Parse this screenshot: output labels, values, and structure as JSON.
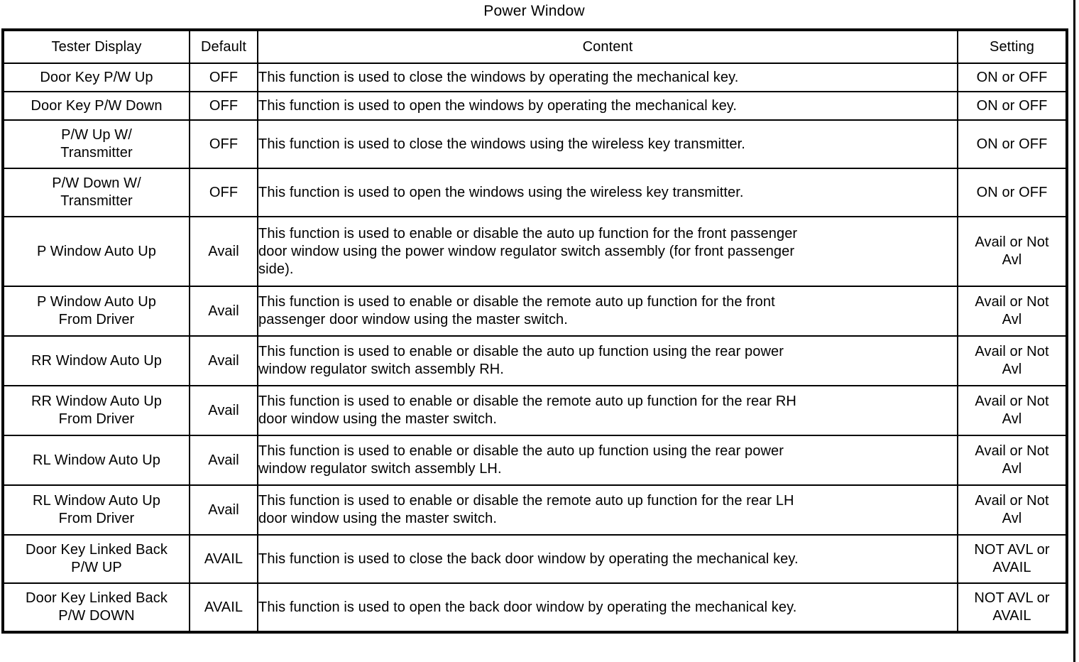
{
  "title": "Power Window",
  "table": {
    "columns": [
      {
        "key": "tester",
        "label": "Tester Display"
      },
      {
        "key": "default",
        "label": "Default"
      },
      {
        "key": "content",
        "label": "Content"
      },
      {
        "key": "setting",
        "label": "Setting"
      }
    ],
    "rows": [
      {
        "tester": [
          "Door Key P/W Up"
        ],
        "default": "OFF",
        "content": [
          "This function is used to close the windows by operating the mechanical key."
        ],
        "setting": [
          "ON or OFF"
        ]
      },
      {
        "tester": [
          "Door Key P/W Down"
        ],
        "default": "OFF",
        "content": [
          "This function is used to open the windows by operating the mechanical key."
        ],
        "setting": [
          "ON or OFF"
        ]
      },
      {
        "tester": [
          "P/W Up W/",
          "Transmitter"
        ],
        "default": "OFF",
        "content": [
          "This function is used to close the windows using the wireless key transmitter."
        ],
        "setting": [
          "ON or OFF"
        ]
      },
      {
        "tester": [
          "P/W Down W/",
          "Transmitter"
        ],
        "default": "OFF",
        "content": [
          "This function is used to open the windows using the wireless key transmitter."
        ],
        "setting": [
          "ON or OFF"
        ]
      },
      {
        "tester": [
          "P Window Auto Up"
        ],
        "default": "Avail",
        "content": [
          "This function is used to enable or disable the auto up function for the front passenger",
          "door window using the power window regulator switch assembly (for front passenger",
          "side)."
        ],
        "setting": [
          "Avail or Not",
          "Avl"
        ]
      },
      {
        "tester": [
          "P Window Auto Up",
          "From Driver"
        ],
        "default": "Avail",
        "content": [
          "This function is used to enable or disable the remote auto up function for the front",
          "passenger door window using the master switch."
        ],
        "setting": [
          "Avail or Not",
          "Avl"
        ]
      },
      {
        "tester": [
          "RR Window Auto Up"
        ],
        "default": "Avail",
        "content": [
          "This function is used to enable or disable the auto up function using the rear power",
          "window regulator switch assembly RH."
        ],
        "setting": [
          "Avail or Not",
          "Avl"
        ]
      },
      {
        "tester": [
          "RR Window Auto Up",
          "From Driver"
        ],
        "default": "Avail",
        "content": [
          "This function is used to enable or disable the remote auto up function for the rear RH",
          "door window using the master switch."
        ],
        "setting": [
          "Avail or Not",
          "Avl"
        ]
      },
      {
        "tester": [
          "RL Window Auto Up"
        ],
        "default": "Avail",
        "content": [
          "This function is used to enable or disable the auto up function using the rear power",
          "window regulator switch assembly LH."
        ],
        "setting": [
          "Avail or Not",
          "Avl"
        ]
      },
      {
        "tester": [
          "RL Window Auto Up",
          "From Driver"
        ],
        "default": "Avail",
        "content": [
          "This function is used to enable or disable the remote auto up function for the rear LH",
          "door window using the master switch."
        ],
        "setting": [
          "Avail or Not",
          "Avl"
        ]
      },
      {
        "tester": [
          "Door Key Linked Back",
          "P/W UP"
        ],
        "default": "AVAIL",
        "content": [
          "This function is used to close the back door window by operating the mechanical key."
        ],
        "setting": [
          "NOT AVL or",
          "AVAIL"
        ]
      },
      {
        "tester": [
          "Door Key Linked Back",
          "P/W DOWN"
        ],
        "default": "AVAIL",
        "content": [
          "This function is used to open the back door window by operating the mechanical key."
        ],
        "setting": [
          "NOT AVL or",
          "AVAIL"
        ]
      }
    ],
    "row_heights": [
      "h-sm",
      "h-sm",
      "h-md",
      "h-md",
      "h-lg",
      "h-xl",
      "h-xl",
      "h-xl",
      "h-xl",
      "h-xl",
      "h-md",
      "h-md"
    ]
  }
}
